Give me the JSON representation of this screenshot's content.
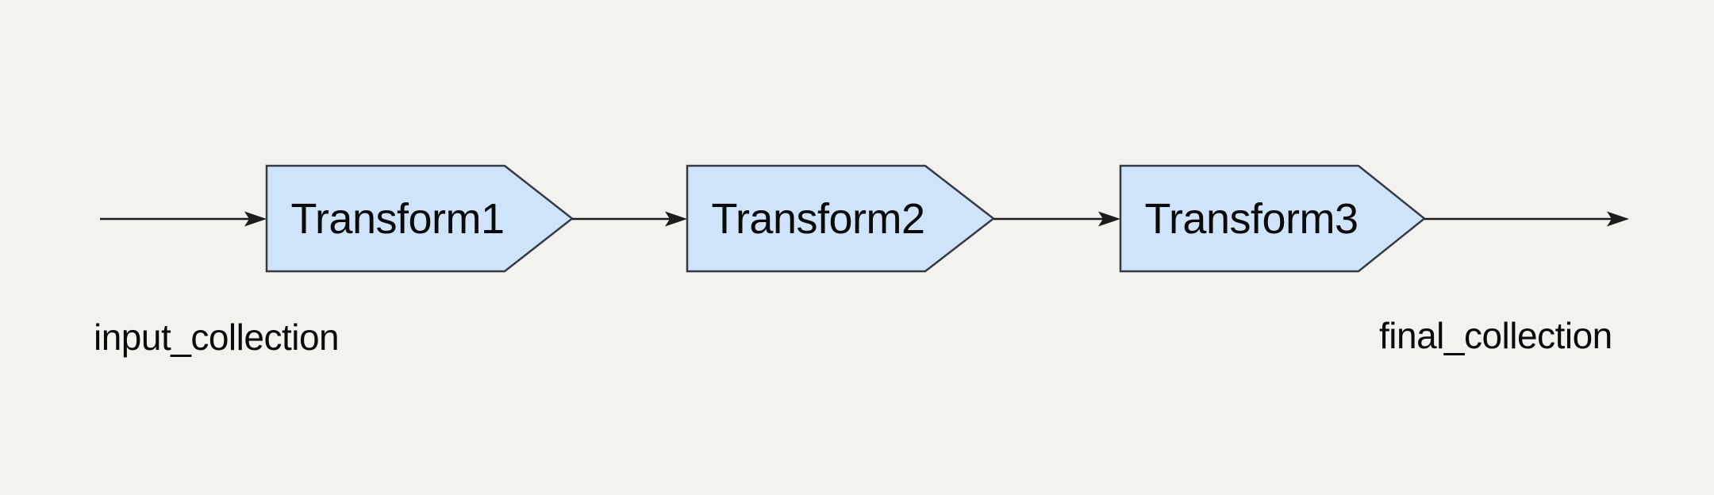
{
  "diagram": {
    "type": "pipeline-flow",
    "nodes": [
      {
        "id": "transform1",
        "label": "Transform1",
        "shape": "arrow-pentagon"
      },
      {
        "id": "transform2",
        "label": "Transform2",
        "shape": "arrow-pentagon"
      },
      {
        "id": "transform3",
        "label": "Transform3",
        "shape": "arrow-pentagon"
      }
    ],
    "edges": [
      {
        "from": "input_collection",
        "to": "Transform1"
      },
      {
        "from": "Transform1",
        "to": "Transform2"
      },
      {
        "from": "Transform2",
        "to": "Transform3"
      },
      {
        "from": "Transform3",
        "to": "final_collection"
      }
    ],
    "edge_labels": {
      "input": "input_collection",
      "output": "final_collection"
    }
  },
  "colors": {
    "background": "#f4f2ee",
    "node_fill": "#cfe3fa",
    "node_border": "#333b46",
    "edge": "#1c1c1c",
    "text": "#0b0b0b"
  }
}
